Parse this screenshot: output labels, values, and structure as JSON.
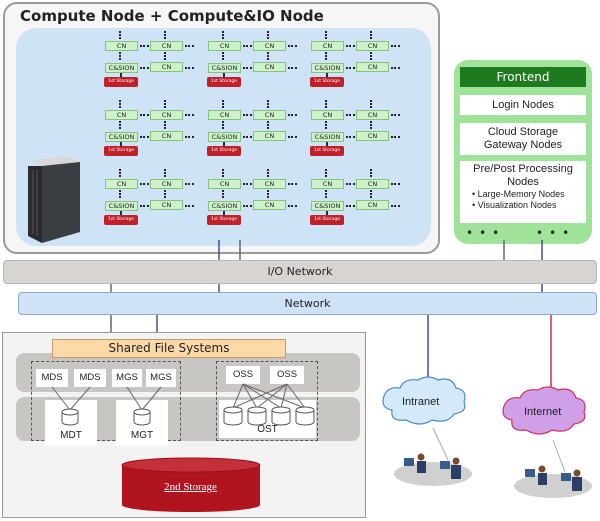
{
  "compute": {
    "title": "Compute Node + Compute&IO Node",
    "node_labels": {
      "cn": "CN",
      "csion": "C&SION",
      "first_storage": "1st Storage"
    },
    "grid": {
      "rows": 3,
      "cols": 3
    }
  },
  "frontend": {
    "title": "Frontend",
    "login": "Login Nodes",
    "cloud_line1": "Cloud Storage",
    "cloud_line2": "Gateway Nodes",
    "prepost_line1": "Pre/Post Processing",
    "prepost_line2": "Nodes",
    "prepost_items": [
      "• Large-Memory Nodes",
      "• Visualization Nodes"
    ],
    "dots": "•••"
  },
  "networks": {
    "io": "I/O Network",
    "main": "Network"
  },
  "storage": {
    "shared_fs": "Shared File Systems",
    "mds": "MDS",
    "mgs": "MGS",
    "oss": "OSS",
    "mdt": "MDT",
    "mgt": "MGT",
    "ost": "OST",
    "second_storage": "2nd Storage"
  },
  "external": {
    "intranet": "Intranet",
    "internet": "Internet"
  },
  "colors": {
    "compute_bg": "#cfe3f7",
    "node_fill": "#ccf2c8",
    "storage_red": "#c0202a",
    "frontend_green": "#9fe39a",
    "frontend_title": "#1e7a1e",
    "intranet_cloud": "#d4e9fa",
    "internet_cloud": "#cf9fe8"
  }
}
